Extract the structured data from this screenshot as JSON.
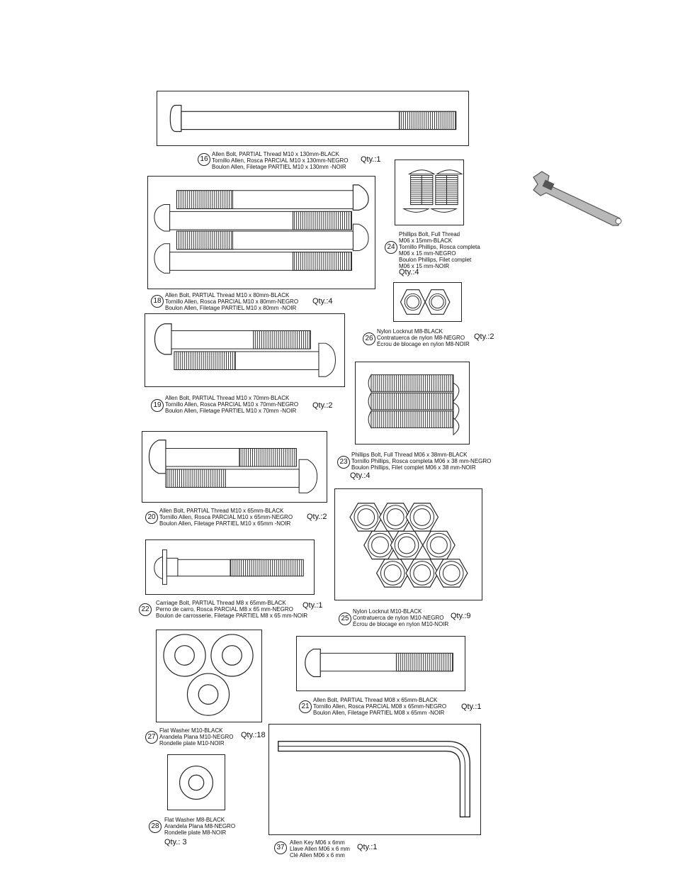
{
  "parts": [
    {
      "id": "16",
      "lines": [
        "Allen Bolt, PARTIAL Thread M10 x 130mm-BLACK",
        "Tornillo Allen, Rosca PARCIAL M10 x 130mm-NEGRO",
        "Boulon Allen, Filetage PARTIEL M10 x 130mm -NOIR"
      ],
      "qty": "Qty.:1"
    },
    {
      "id": "24",
      "lines": [
        "Phillips Bolt, Full Thread",
        "M06 x 15mm-BLACK",
        "Tornillo Phillips, Rosca completa",
        "M06 x 15 mm-NEGRO",
        "Boulon Phillips, Filet complet",
        "M06 x 15 mm-NOIR"
      ],
      "qty": "Qty.:4"
    },
    {
      "id": "18",
      "lines": [
        "Allen Bolt, PARTIAL Thread M10 x 80mm-BLACK",
        "Tornillo Allen, Rosca PARCIAL M10 x 80mm-NEGRO",
        "Boulon Allen, Filetage PARTIEL M10 x 80mm -NOIR"
      ],
      "qty": "Qty.:4"
    },
    {
      "id": "26",
      "lines": [
        "Nylon Locknut M8-BLACK",
        "Contratuerca de nylon M8-NEGRO",
        "Écrou de blocage en nylon M8-NOIR"
      ],
      "qty": "Qty.:2"
    },
    {
      "id": "19",
      "lines": [
        "Allen Bolt, PARTIAL Thread M10 x 70mm-BLACK",
        "Tornillo Allen, Rosca PARCIAL M10 x 70mm-NEGRO",
        "Boulon Allen, Filetage PARTIEL M10 x 70mm -NOIR"
      ],
      "qty": "Qty.:2"
    },
    {
      "id": "23",
      "lines": [
        "Phillips Bolt, Full Thread M06 x 38mm-BLACK",
        "Tornillo Phillips, Rosca completa M06 x 38 mm-NEGRO",
        "Boulon Phillips, Filet complet M06 x 38 mm-NOIR"
      ],
      "qty": "Qty.:4"
    },
    {
      "id": "20",
      "lines": [
        "Allen Bolt, PARTIAL Thread M10 x 65mm-BLACK",
        "Tornillo Allen, Rosca PARCIAL M10 x 65mm-NEGRO",
        "Boulon Allen, Filetage PARTIEL M10 x 65mm -NOIR"
      ],
      "qty": "Qty.:2"
    },
    {
      "id": "22",
      "lines": [
        "Carriage Bolt, PARTIAL Thread M8 x 65mm-BLACK",
        "Perno de carro, Rosca PARCIAL M8 x 65 mm-NEGRO",
        "Boulon de carrosserie, Filetage PARTIEL M8 x 65 mm-NOIR"
      ],
      "qty": "Qty.:1"
    },
    {
      "id": "25",
      "lines": [
        "Nylon Locknut M10-BLACK",
        "Contratuerca de nylon M10-NEGRO",
        "Écrou de blocage en nylon M10-NOIR"
      ],
      "qty": "Qty.:9"
    },
    {
      "id": "21",
      "lines": [
        "Allen Bolt, PARTIAL Thread M08 x 65mm-BLACK",
        "Tornillo Allen, Rosca PARCIAL M08 x 65mm-NEGRO",
        "Boulon Allen, Filetage PARTIEL M08 x 65mm -NOIR"
      ],
      "qty": "Qty.:1"
    },
    {
      "id": "27",
      "lines": [
        "Flat Washer M10-BLACK",
        "Arandela Plana M10-NEGRO",
        "Rondelle plate M10-NOIR"
      ],
      "qty": "Qty.:18"
    },
    {
      "id": "28",
      "lines": [
        "Flat Washer M8-BLACK",
        "Arandela Plana M8-NEGRO",
        "Rondelle plate M8-NOIR"
      ],
      "qty": "Qty.: 3"
    },
    {
      "id": "37",
      "lines": [
        "Allen Key M06 x 6mm",
        "Llave Allen M06 x 6 mm",
        "Clé Allen M06 x 6 mm"
      ],
      "qty": "Qty.:1"
    }
  ]
}
